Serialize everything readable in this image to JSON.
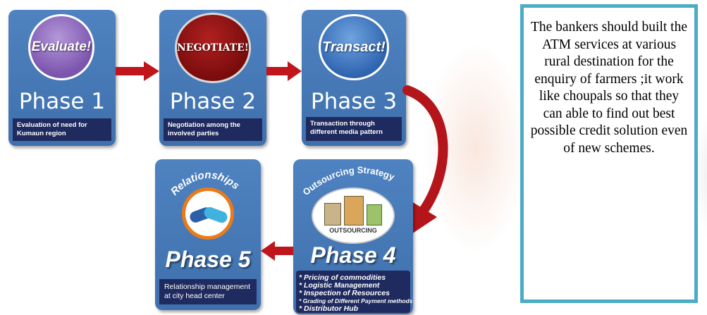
{
  "phase1": {
    "badge": "Evaluate!",
    "title": "Phase 1",
    "desc": "Evaluation of need for Kumaun region"
  },
  "phase2": {
    "badge": "NEGOTIATE!",
    "title": "Phase 2",
    "desc": "Negotiation among the involved parties"
  },
  "phase3": {
    "badge": "Transact!",
    "title": "Phase 3",
    "desc": "Transaction through different media pattern"
  },
  "phase4": {
    "arc": "Outsourcing Strategy",
    "image_label": "OUTSOURCING",
    "title": "Phase 4",
    "bullets": [
      "* Pricing of commodities",
      "* Logistic Management",
      "* Inspection of Resources",
      "* Grading of Different Payment methods",
      "* Distributor Hub"
    ]
  },
  "phase5": {
    "arc": "Relationships",
    "title": "Phase 5",
    "desc": "Relationship management at city head center"
  },
  "note": "The bankers should built the ATM services at various rural destination for the enquiry of farmers ;it work like choupals so that they can able to find out best possible credit solution even of new schemes.",
  "colors": {
    "card": "#4a7cbd",
    "desc_bg": "#1f2a5f",
    "arrow": "#c0151b",
    "note_border": "#4bacc6"
  }
}
